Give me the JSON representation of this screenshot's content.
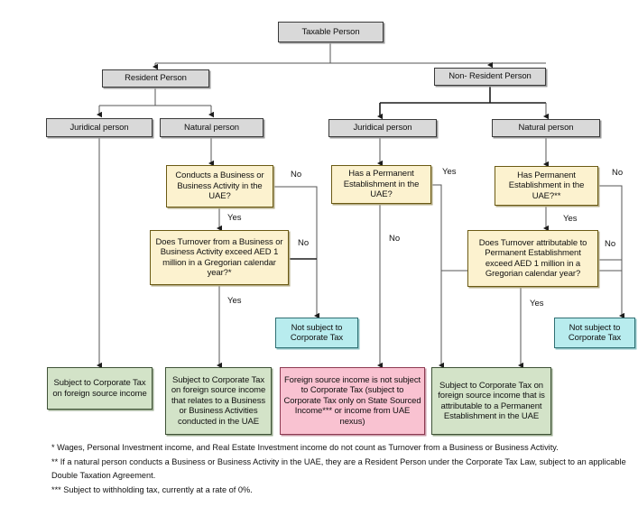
{
  "diagram": {
    "title": "Taxable Person corporate tax decision flowchart",
    "colors": {
      "grey_fill": "#d9d9d9",
      "yellow_fill": "#fcf2cf",
      "green_fill": "#d3e3c8",
      "pink_fill": "#f9c2d1",
      "blue_fill": "#b8ecee",
      "line": "#333333"
    },
    "nodes": {
      "root": "Taxable Person",
      "resident": "Resident Person",
      "non_resident": "Non- Resident Person",
      "res_juridical": "Juridical person",
      "res_natural": "Natural person",
      "nr_juridical": "Juridical person",
      "nr_natural": "Natural person",
      "q_conducts_business": "Conducts a Business or Business Activity in the UAE?",
      "q_turnover_business": "Does Turnover from a Business or Business Activity exceed AED 1 million in a Gregorian calendar year?*",
      "q_has_pe_juridical": "Has a Permanent Establishment in the UAE?",
      "q_has_pe_natural": "Has Permanent Establishment in the UAE?**",
      "q_turnover_pe": "Does Turnover attributable to Permanent Establishment exceed AED 1 million in a Gregorian calendar year?",
      "out_foreign_source": "Subject to Corporate Tax on foreign source income",
      "out_foreign_source_business": "Subject to Corporate Tax on foreign source income that relates to a Business or Business Activities conducted in the UAE",
      "out_not_subject_1": "Not subject to Corporate Tax",
      "out_not_subject_2": "Not subject to Corporate Tax",
      "out_foreign_not_subject": "Foreign source income is not subject to Corporate Tax (subject to Corporate Tax only on State Sourced Income*** or income from UAE nexus)",
      "out_pe_attributable": "Subject to Corporate Tax on foreign source income that is attributable to a Permanent Establishment in the UAE"
    },
    "edge_labels": {
      "conducts_no": "No",
      "conducts_yes": "Yes",
      "turnover_no": "No",
      "turnover_yes": "Yes",
      "pe_juridical_yes": "Yes",
      "pe_juridical_no": "No",
      "pe_natural_no": "No",
      "pe_natural_yes": "Yes",
      "turnover_pe_no": "No",
      "turnover_pe_yes": "Yes"
    },
    "footnotes": [
      "* Wages, Personal Investment income, and Real Estate Investment income do not count as Turnover from a Business or Business Activity.",
      "** If a natural person conducts a Business or Business Activity in the UAE, they are a Resident Person under the Corporate Tax Law, subject to an applicable Double Taxation Agreement.",
      "*** Subject to withholding tax, currently at a rate of 0%."
    ]
  }
}
